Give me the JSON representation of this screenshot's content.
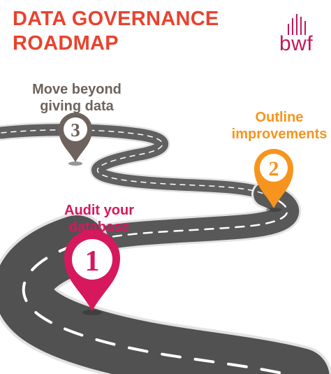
{
  "header": {
    "title_line1": "DATA GOVERNANCE",
    "title_line2": "ROADMAP"
  },
  "logo": {
    "text": "bwf"
  },
  "colors": {
    "title": "#e8432e",
    "logo": "#c2185b",
    "step1": "#d6185c",
    "step2": "#f7941d",
    "step3": "#6d635c",
    "road": "#555555",
    "road_edge": "#d9d9d9"
  },
  "steps": [
    {
      "number": "1",
      "line1": "Audit your",
      "line2": "database",
      "icon": "map-pin-icon"
    },
    {
      "number": "2",
      "line1": "Outline",
      "line2": "improvements",
      "icon": "map-pin-icon"
    },
    {
      "number": "3",
      "line1": "Move beyond",
      "line2": "giving data",
      "icon": "map-pin-icon"
    }
  ]
}
